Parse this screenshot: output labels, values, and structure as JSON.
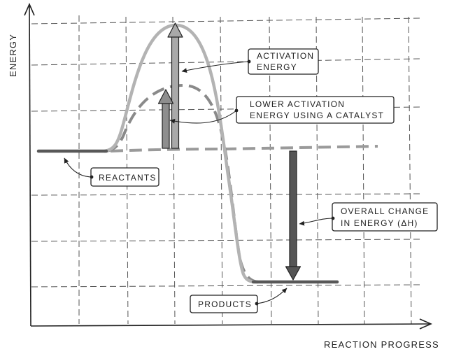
{
  "diagram": {
    "axes": {
      "y_label": "ENERGY",
      "x_label": "REACTION PROGRESS"
    },
    "colors": {
      "background": "#ffffff",
      "ink": "#222222",
      "grid": "#555555",
      "uncatalysed_curve": "#b3b3b3",
      "catalysed_curve": "#8a8a8a",
      "activation_arrow": "#a9a9a9",
      "lower_activation_arrow": "#8e8e8e",
      "energy_change_arrow": "#555555",
      "energy_level_bar": "#585858"
    },
    "callouts": {
      "activation_energy": [
        "ACTIVATION",
        "ENERGY"
      ],
      "lower_activation_energy": [
        "LOWER  ACTIVATION",
        "ENERGY  USING  A  CATALYST"
      ],
      "reactants": [
        "REACTANTS"
      ],
      "overall_change": [
        "OVERALL  CHANGE",
        "IN  ENERGY  (ΔH)"
      ],
      "products": [
        "PRODUCTS"
      ]
    }
  }
}
